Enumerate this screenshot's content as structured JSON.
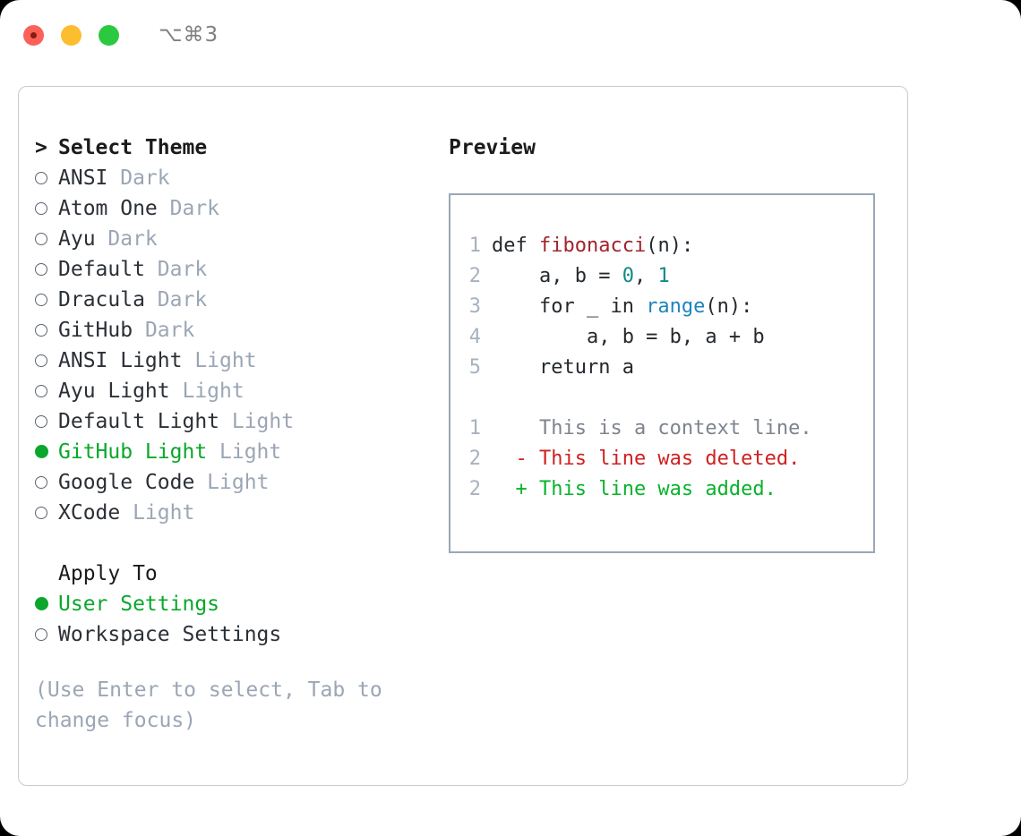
{
  "titlebar": {
    "shortcut": "⌥⌘3",
    "buttons": [
      {
        "name": "close",
        "color": "#fb6158"
      },
      {
        "name": "minimize",
        "color": "#fcbd2e"
      },
      {
        "name": "maximize",
        "color": "#2bc940"
      }
    ]
  },
  "theme_list": {
    "heading": "Select Theme",
    "heading_marker": ">",
    "items": [
      {
        "label": "ANSI",
        "suffix": "Dark",
        "selected": false
      },
      {
        "label": "Atom One",
        "suffix": "Dark",
        "selected": false
      },
      {
        "label": "Ayu",
        "suffix": "Dark",
        "selected": false
      },
      {
        "label": "Default",
        "suffix": "Dark",
        "selected": false
      },
      {
        "label": "Dracula",
        "suffix": "Dark",
        "selected": false
      },
      {
        "label": "GitHub",
        "suffix": "Dark",
        "selected": false
      },
      {
        "label": "ANSI Light",
        "suffix": "Light",
        "selected": false
      },
      {
        "label": "Ayu Light",
        "suffix": "Light",
        "selected": false
      },
      {
        "label": "Default Light",
        "suffix": "Light",
        "selected": false
      },
      {
        "label": "GitHub Light",
        "suffix": "Light",
        "selected": true
      },
      {
        "label": "Google Code",
        "suffix": "Light",
        "selected": false
      },
      {
        "label": "XCode",
        "suffix": "Light",
        "selected": false
      }
    ]
  },
  "apply_to": {
    "heading": "Apply To",
    "items": [
      {
        "label": "User Settings",
        "selected": true
      },
      {
        "label": "Workspace Settings",
        "selected": false
      }
    ]
  },
  "hint": "(Use Enter to select, Tab to change focus)",
  "preview": {
    "heading": "Preview",
    "code_lines": [
      {
        "number": "1",
        "tokens": [
          {
            "text": "def ",
            "type": "plain"
          },
          {
            "text": "fibonacci",
            "type": "fn"
          },
          {
            "text": "(n):",
            "type": "plain"
          }
        ]
      },
      {
        "number": "2",
        "tokens": [
          {
            "text": "    a, b = ",
            "type": "plain"
          },
          {
            "text": "0",
            "type": "num"
          },
          {
            "text": ", ",
            "type": "plain"
          },
          {
            "text": "1",
            "type": "num"
          }
        ]
      },
      {
        "number": "3",
        "tokens": [
          {
            "text": "    for _ in ",
            "type": "plain"
          },
          {
            "text": "range",
            "type": "call"
          },
          {
            "text": "(n):",
            "type": "plain"
          }
        ]
      },
      {
        "number": "4",
        "tokens": [
          {
            "text": "        a, b = b, a + b",
            "type": "plain"
          }
        ]
      },
      {
        "number": "5",
        "tokens": [
          {
            "text": "    return a",
            "type": "plain"
          }
        ]
      }
    ],
    "diff_lines": [
      {
        "number": "1",
        "sign": " ",
        "text": "This is a context line.",
        "kind": "context"
      },
      {
        "number": "2",
        "sign": "-",
        "text": "This line was deleted.",
        "kind": "deleted"
      },
      {
        "number": "2",
        "sign": "+",
        "text": "This line was added.",
        "kind": "added"
      }
    ]
  },
  "colors": {
    "selection_green": "#0aa72c",
    "muted_gray": "#9ba6b5",
    "panel_border": "#c5cad3",
    "preview_border": "#9aa7b6",
    "syntax_function": "#a1242c",
    "syntax_number": "#0e8a86",
    "syntax_call": "#1f84bd",
    "diff_added": "#0ab22c",
    "diff_deleted": "#cf2020"
  }
}
